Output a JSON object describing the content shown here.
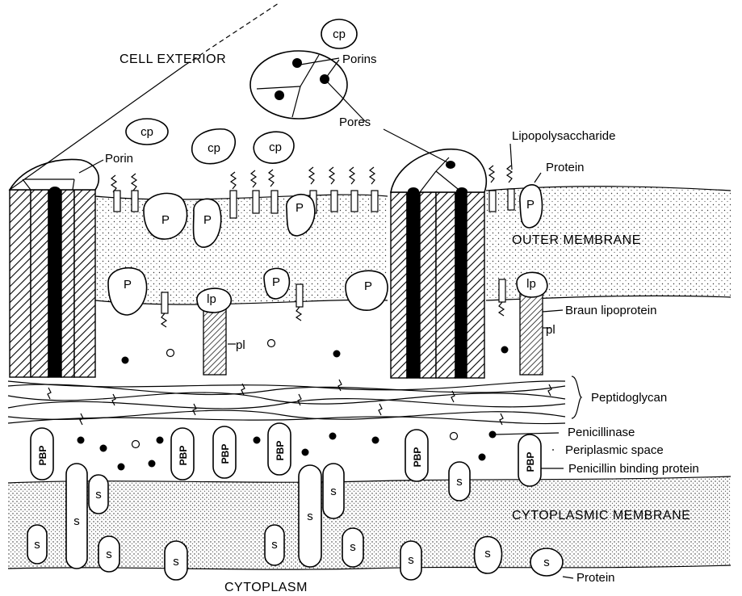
{
  "labels": {
    "cell_exterior": "CELL EXTERIOR",
    "porins": "Porins",
    "pores": "Pores",
    "porin": "Porin",
    "lipopolysaccharide": "Lipopolysaccharide",
    "protein_top": "Protein",
    "outer_membrane": "OUTER MEMBRANE",
    "braun_lipoprotein": "Braun lipoprotein",
    "peptidoglycan": "Peptidoglycan",
    "penicillinase": "Penicillinase",
    "periplasmic_space": "Periplasmic space",
    "penicillin_binding_protein": "Penicillin binding protein",
    "cytoplasmic_membrane": "CYTOPLASMIC MEMBRANE",
    "protein_bottom": "Protein",
    "cytoplasm": "CYTOPLASM"
  },
  "marks": {
    "cp": "cp",
    "p": "P",
    "lp": "lp",
    "pl": "pl",
    "pbp": "PBP",
    "s": "s"
  }
}
